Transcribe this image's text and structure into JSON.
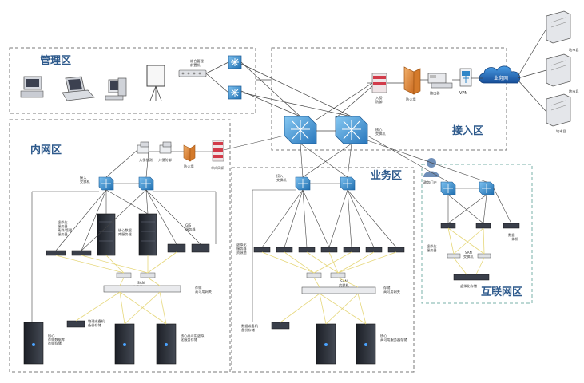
{
  "zones": {
    "management": "管理区",
    "intranet": "内网区",
    "access": "接入区",
    "business": "业务区",
    "internet": "互联网区"
  },
  "labels": {
    "mgmt_switch": "综合管理\n前置机",
    "intrusion_prevention": "入侵\n防御",
    "firewall_access": "防火墙",
    "router": "路由器",
    "vpn": "VPN",
    "cloud": "业务网",
    "city_server_1": "地市县",
    "city_server_2": "地市县",
    "city_server_3": "地市县",
    "core_switch": "核心\n交换机",
    "intrusion_detect": "入侵检测",
    "antivirus": "入侵防御",
    "firewall_intranet": "防火墙",
    "isolation": "单向网闸",
    "intranet_access_switch": "接入\n交换机",
    "intranet_virtual_servers": "虚拟化\n服务器\n集群/管理\n服务器",
    "intranet_core_db": "核心数据\n库服务器",
    "intranet_gis": "GIS\n服务器",
    "intranet_san": "SAN\n交换机",
    "intranet_storage": "存储\n高可用网关",
    "intranet_backup": "物理或备机\n备份存储",
    "intranet_core_storage": "核心\n存储数据库\n存储存储",
    "intranet_ha_storage": "核心高可用虚拟\n化服务存储",
    "business_access_switch": "接入\n交换机",
    "business_virtual_servers": "虚拟化\n服务器\n资源池",
    "business_san": "SAN\n交换机",
    "business_storage": "存储\n高可用网关",
    "business_backup": "数据或备机\n备份存储",
    "business_core_storage": "核心\n高可用服务器存储",
    "internet_portal": "政务门户",
    "internet_virtual": "虚拟化\n服务器",
    "internet_san": "SAN\n交换机",
    "internet_storage": "虚拟化存储",
    "internet_device": "数据\n一体机"
  },
  "colors": {
    "zone_border": "#7a7a7a",
    "zone_title": "#2e5a8c",
    "switch_blue": "#2f86c8",
    "core_switch": "#3c8fd0",
    "firewall_orange": "#e08a3a",
    "link_line": "#444444",
    "san_line": "#e6d77a",
    "cloud_blue": "#1e6fbf",
    "server_dark": "#2b2f38"
  }
}
